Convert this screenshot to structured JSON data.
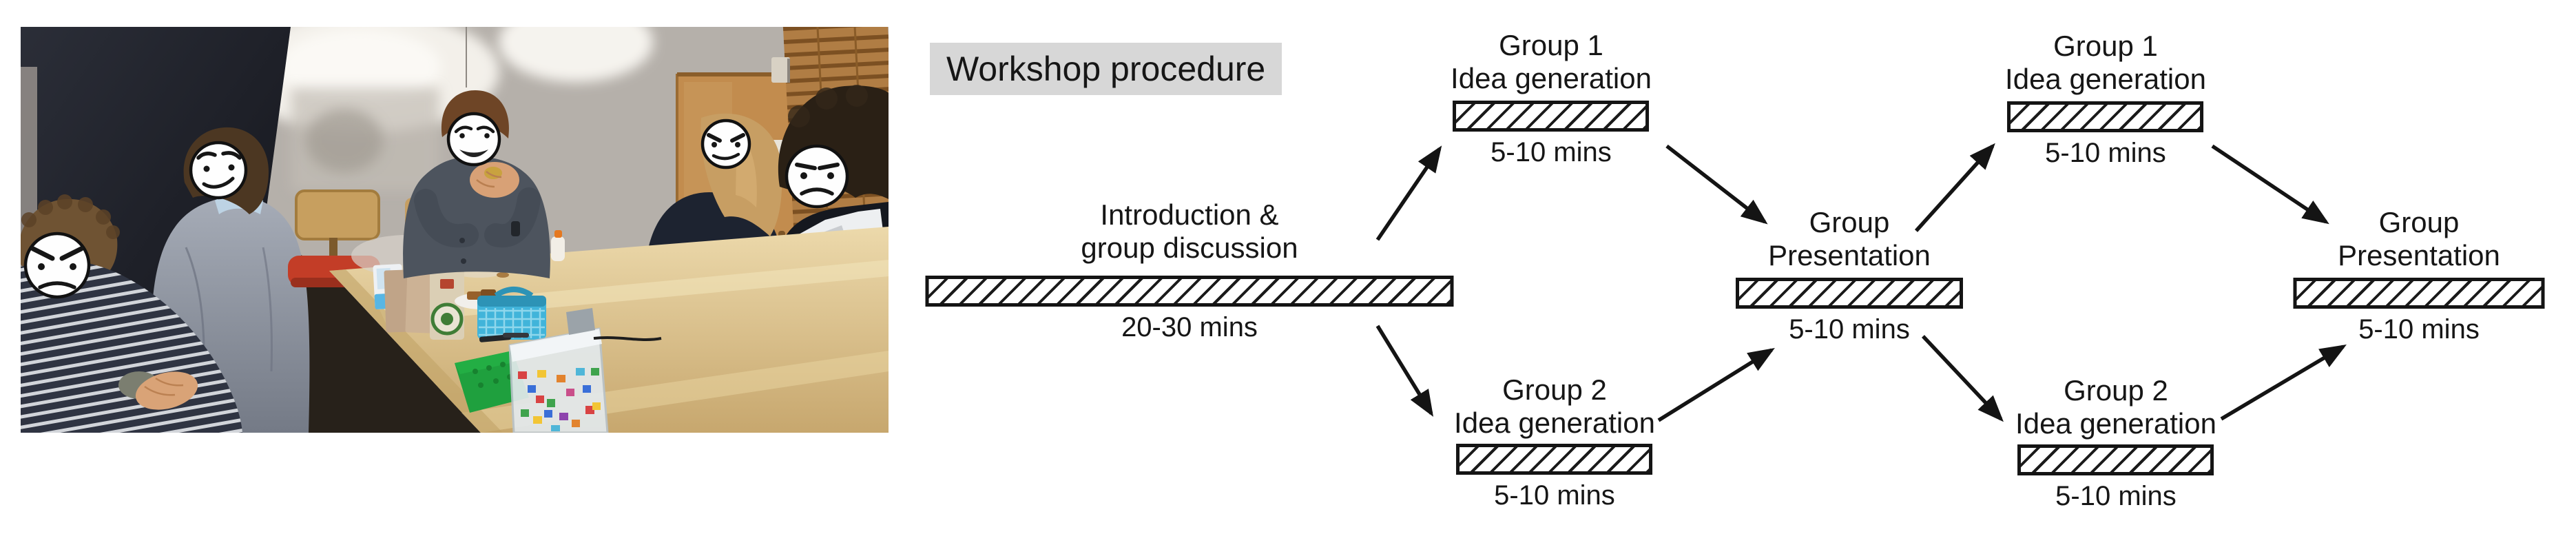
{
  "diagram": {
    "label": "Workshop procedure",
    "colors": {
      "label_bg": "#d7d7d7",
      "ink": "#161616",
      "bar_fill": "#ffffff",
      "bar_hatch": "#1a1a1a"
    },
    "stages": [
      {
        "id": "introduction",
        "title_lines": [
          "Introduction &",
          "group discussion"
        ],
        "duration": "20-30 mins"
      },
      {
        "id": "group1-ideation-1",
        "title_lines": [
          "Group 1",
          "Idea generation"
        ],
        "duration": "5-10 mins"
      },
      {
        "id": "group2-ideation-1",
        "title_lines": [
          "Group 2",
          "Idea generation"
        ],
        "duration": "5-10 mins"
      },
      {
        "id": "presentation-1",
        "title_lines": [
          "Group",
          "Presentation"
        ],
        "duration": "5-10 mins"
      },
      {
        "id": "group1-ideation-2",
        "title_lines": [
          "Group 1",
          "Idea generation"
        ],
        "duration": "5-10 mins"
      },
      {
        "id": "group2-ideation-2",
        "title_lines": [
          "Group 2",
          "Idea generation"
        ],
        "duration": "5-10 mins"
      },
      {
        "id": "presentation-2",
        "title_lines": [
          "Group",
          "Presentation"
        ],
        "duration": "5-10 mins"
      }
    ],
    "flow": [
      {
        "from": "introduction",
        "to": "group1-ideation-1"
      },
      {
        "from": "introduction",
        "to": "group2-ideation-1"
      },
      {
        "from": "group1-ideation-1",
        "to": "presentation-1"
      },
      {
        "from": "group2-ideation-1",
        "to": "presentation-1"
      },
      {
        "from": "presentation-1",
        "to": "group1-ideation-2"
      },
      {
        "from": "presentation-1",
        "to": "group2-ideation-2"
      },
      {
        "from": "group1-ideation-2",
        "to": "presentation-2"
      },
      {
        "from": "group2-ideation-2",
        "to": "presentation-2"
      }
    ]
  },
  "photo": {
    "description": "Five workshop participants around a wooden meeting table with snack cartons, a blue basket and boxes of Lego; all faces are covered with cartoon emoji",
    "faces": [
      {
        "position": "front-left",
        "expression": "angry"
      },
      {
        "position": "left",
        "expression": "smirking"
      },
      {
        "position": "head-of-table",
        "expression": "pleasant"
      },
      {
        "position": "right",
        "expression": "devilish-smirk"
      },
      {
        "position": "far-right",
        "expression": "unamused"
      }
    ]
  }
}
